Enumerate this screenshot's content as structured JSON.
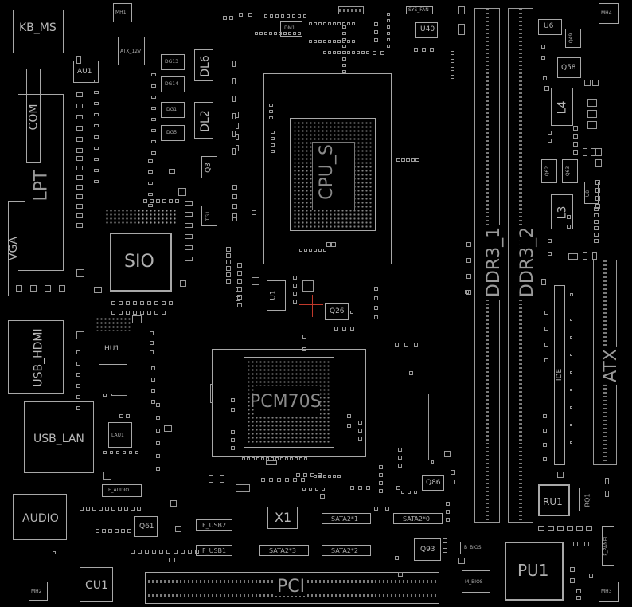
{
  "labels": {
    "kb_ms": "KB_MS",
    "mh1": "MH1",
    "atx_12v": "ATX_12V",
    "au1": "AU1",
    "dg13": "DG13",
    "dg14": "DG14",
    "dg1": "DG1",
    "dg5": "DG5",
    "dl6": "DL6",
    "dl2": "DL2",
    "com": "COM",
    "lpt": "LPT",
    "vga": "VGA",
    "q3": "Q3",
    "tg1": "TG1",
    "sio": "SIO",
    "dm1": "DM1",
    "sys_fan": "SYS_FAN",
    "u40": "U40",
    "cpu": "CPU_S",
    "u1": "U1",
    "q26": "Q26",
    "usb_hdmi": "USB_HDMI",
    "hu1": "HU1",
    "usb_lan": "USB_LAN",
    "lau1": "LAU1",
    "pcm70s": "PCM70S",
    "f_audio": "F_AUDIO",
    "audio": "AUDIO",
    "q61": "Q61",
    "f_usb2": "F_USB2",
    "f_usb1": "F_USB1",
    "x1": "X1",
    "sata2_1": "SATA2*1",
    "sata2_0": "SATA2*0",
    "sata2_3": "SATA2*3",
    "sata2_2": "SATA2*2",
    "q86": "Q86",
    "q93": "Q93",
    "b_bios": "B_BIOS",
    "m_bios": "M_BIOS",
    "mh2": "MH2",
    "cu1": "CU1",
    "pci": "PCI",
    "pu1": "PU1",
    "ru1": "RU1",
    "rq1": "RQ1",
    "f_panel": "F_PANEL",
    "mh3": "MH3",
    "mh4": "MH4",
    "u6": "U6",
    "q49": "Q49",
    "q58": "Q58",
    "l4": "L4",
    "q62": "Q62",
    "q63": "Q63",
    "u8": "U8",
    "l3": "L3",
    "ddr3_1": "DDR3_1",
    "ddr3_2": "DDR3_2",
    "ide": "IDE",
    "atx": "ATX"
  }
}
